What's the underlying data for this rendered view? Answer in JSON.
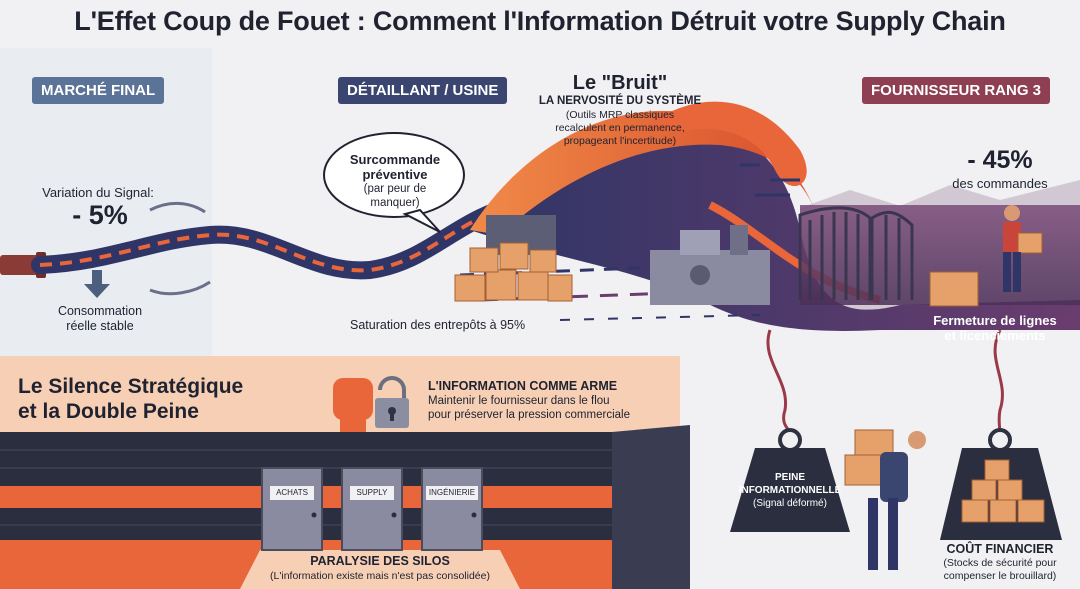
{
  "title": "L'Effet Coup de Fouet : Comment l'Information Détruit votre Supply Chain",
  "market": {
    "tag": "MARCHÉ FINAL",
    "signal_label": "Variation du Signal:",
    "signal_value": "- 5%",
    "consumption_line1": "Consommation",
    "consumption_line2": "réelle stable"
  },
  "retail": {
    "tag": "DÉTAILLANT / USINE",
    "bubble_line1": "Surcommande",
    "bubble_line2": "préventive",
    "bubble_line3": "(par peur de",
    "bubble_line4": "manquer)",
    "saturation": "Saturation des entrepôts à 95%"
  },
  "noise": {
    "title": "Le \"Bruit\"",
    "subtitle": "LA NERVOSITÉ DU SYSTÈME",
    "line1": "(Outils MRP classiques",
    "line2": "recalculent en permanence,",
    "line3": "propageant l'incertitude)"
  },
  "supplier": {
    "tag": "FOURNISSEUR RANG 3",
    "value": "- 45%",
    "value_label": "des commandes",
    "closure_line1": "Fermeture de lignes",
    "closure_line2": "et licenciements"
  },
  "silence": {
    "title_line1": "Le Silence Stratégique",
    "title_line2": "et la Double Peine",
    "weapon_title": "L'INFORMATION COMME ARME",
    "weapon_line1": "Maintenir le fournisseur dans le flou",
    "weapon_line2": "pour préserver la pression commerciale"
  },
  "silos": {
    "doors": [
      "ACHATS",
      "SUPPLY",
      "INGÉNIERIE"
    ],
    "title": "PARALYSIE DES SILOS",
    "subtitle": "(L'information existe mais n'est pas consolidée)"
  },
  "penalty": {
    "weight1_line1": "PEINE",
    "weight1_line2": "INFORMATIONNELLE",
    "weight1_line3": "(Signal déformé)",
    "cost_title": "COÛT FINANCIER",
    "cost_line1": "(Stocks de sécurité pour",
    "cost_line2": "compenser le brouillard)"
  },
  "colors": {
    "wave_orange": "#e8663a",
    "wave_navy": "#2f3566",
    "wave_purple": "#6a3d6e",
    "silence_band": "#f6cfb4",
    "tag_market": "#5a7397",
    "tag_retail": "#3a4670",
    "tag_supplier": "#8e3f52"
  }
}
